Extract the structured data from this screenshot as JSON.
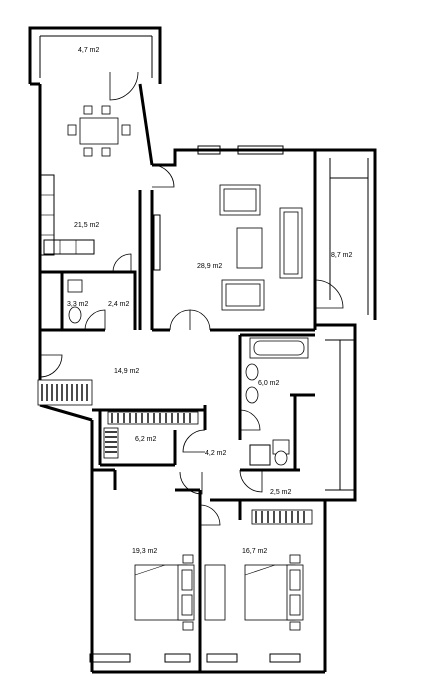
{
  "rooms": [
    {
      "id": "balcony",
      "label": "4,7 m2"
    },
    {
      "id": "kitchen",
      "label": "21,5 m2"
    },
    {
      "id": "living",
      "label": "28,9 m2"
    },
    {
      "id": "loggia",
      "label": "8,7 m2"
    },
    {
      "id": "wc",
      "label": "3,3 m2"
    },
    {
      "id": "closet-small",
      "label": "2,4 m2"
    },
    {
      "id": "hall",
      "label": "14,9 m2"
    },
    {
      "id": "bath",
      "label": "6,0 m2"
    },
    {
      "id": "wardrobe",
      "label": "6,2 m2"
    },
    {
      "id": "corridor",
      "label": "4,2 m2"
    },
    {
      "id": "dressing",
      "label": "2,5 m2"
    },
    {
      "id": "bedroom-left",
      "label": "19,3 m2"
    },
    {
      "id": "bedroom-right",
      "label": "16,7 m2"
    }
  ]
}
